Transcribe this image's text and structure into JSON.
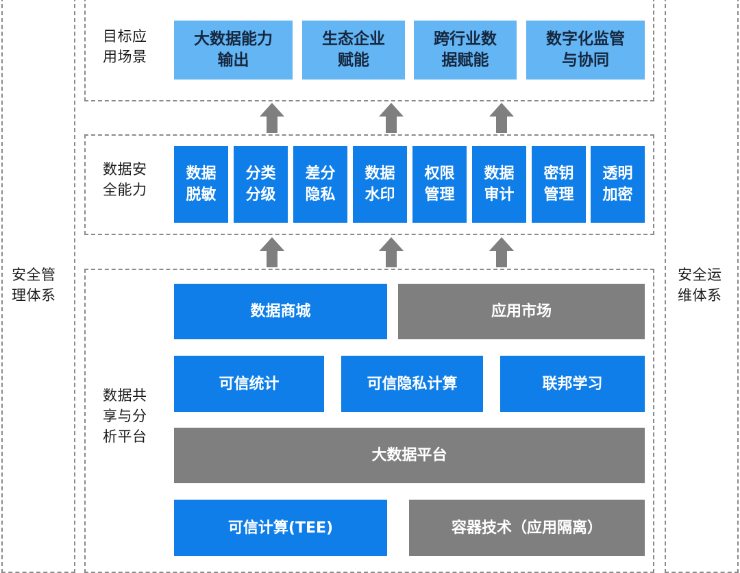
{
  "left_side": {
    "label": "安全管\n理体系"
  },
  "right_side": {
    "label": "安全运\n维体系"
  },
  "colors": {
    "light_box": "#63b5f4",
    "blue_box": "#0f7ee8",
    "gray_box": "#7f7f7f",
    "arrow": "#7f7f7f",
    "border": "#8a8a8a"
  },
  "target_scenarios": {
    "label": "目标应\n用场景",
    "items": [
      "大数据能力\n输出",
      "生态企业\n赋能",
      "跨行业数\n据赋能",
      "数字化监管\n与协同"
    ]
  },
  "security_capabilities": {
    "label": "数据安\n全能力",
    "items": [
      "数据\n脱敏",
      "分类\n分级",
      "差分\n隐私",
      "数据\n水印",
      "权限\n管理",
      "数据\n审计",
      "密钥\n管理",
      "透明\n加密"
    ]
  },
  "platform": {
    "label": "数据共\n享与分\n析平台",
    "data_mall": "数据商城",
    "app_market": "应用市场",
    "trusted_stats": "可信统计",
    "trusted_privacy_compute": "可信隐私计算",
    "federated_learning": "联邦学习",
    "big_data_platform": "大数据平台",
    "trusted_compute_tee": "可信计算(TEE)",
    "container_tech": "容器技术（应用隔离）"
  }
}
